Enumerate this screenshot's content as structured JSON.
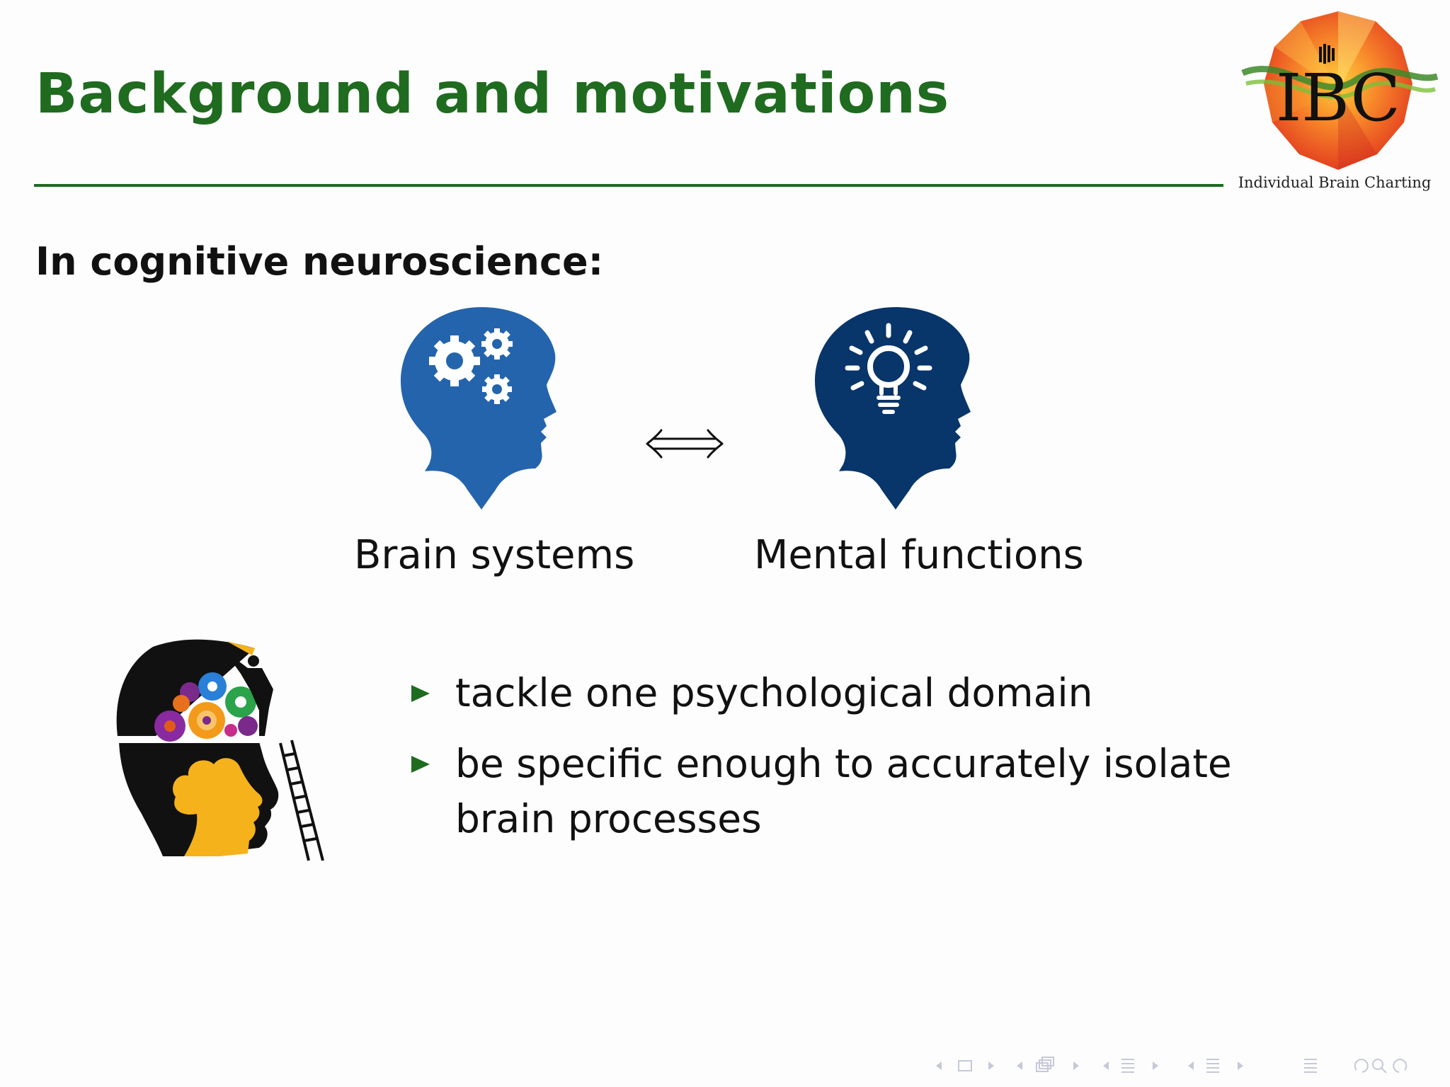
{
  "header": {
    "title": "Background and motivations",
    "logo_text": "IBC",
    "logo_caption": "Individual Brain Charting",
    "accent_color": "#1f6b1f"
  },
  "main": {
    "subtitle": "In cognitive neuroscience:",
    "left_icon": "head-with-gears-icon",
    "left_label": "Brain systems",
    "relation_icon": "double-arrow-icon",
    "right_icon": "head-with-lightbulb-icon",
    "right_label": "Mental functions",
    "illustration": "open-head-gears-ladder-illustration",
    "bullets": [
      "tackle one psychological domain",
      "be specific enough to accurately isolate brain processes"
    ],
    "colors": {
      "left_head": "#2464ad",
      "right_head": "#08356a",
      "bullet": "#1f6b1f",
      "illustration_yellow": "#f5b21b"
    }
  },
  "footer": {
    "nav_icons": [
      "prev-frame-icon",
      "frame-icon",
      "next-frame-icon",
      "prev-subsection-icon",
      "subsection-icon",
      "next-subsection-icon",
      "prev-section-icon",
      "section-icon",
      "next-section-icon",
      "prev-slide-icon",
      "slide-icon",
      "next-slide-icon",
      "outline-icon",
      "undo-icon",
      "search-icon",
      "redo-icon"
    ]
  }
}
